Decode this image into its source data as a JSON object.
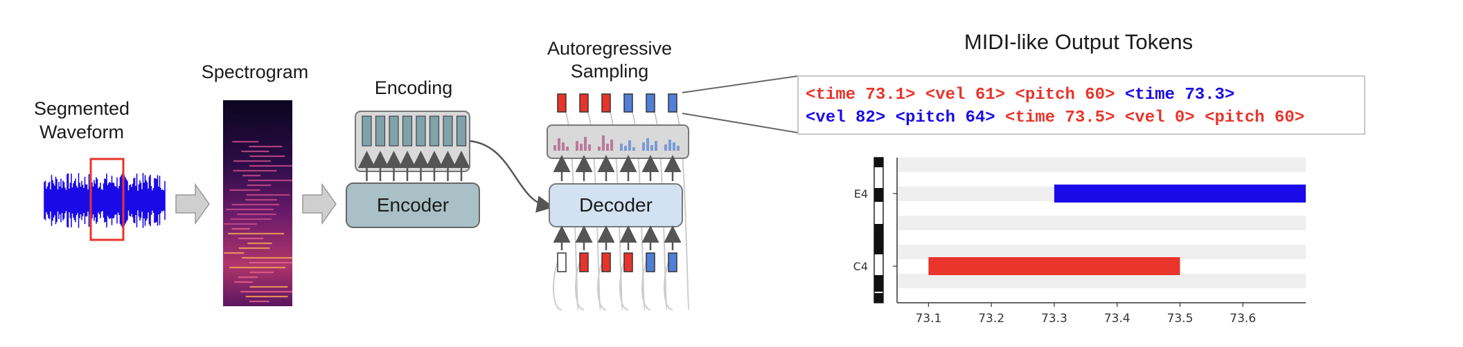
{
  "labels": {
    "waveform": [
      "Segmented",
      "Waveform"
    ],
    "spectrogram": "Spectrogram",
    "encoding": "Encoding",
    "encoder": "Encoder",
    "sampling": [
      "Autoregressive",
      "Sampling"
    ],
    "decoder": "Decoder",
    "output_title": "MIDI-like Output Tokens"
  },
  "colors": {
    "red": "#e8342a",
    "blue": "#1a0ae8",
    "token_blue": "#4f7fd8",
    "encoder_fill": "#a8c0c6",
    "decoder_fill": "#d3e2f2",
    "gray_box": "#cfcfcf"
  },
  "output_tokens": {
    "line1": [
      {
        "text": "<time 73.1>",
        "color": "red"
      },
      {
        "text": "<vel 61>",
        "color": "red"
      },
      {
        "text": "<pitch 60>",
        "color": "red"
      },
      {
        "text": "<time 73.3>",
        "color": "blue"
      }
    ],
    "line2": [
      {
        "text": "<vel 82>",
        "color": "blue"
      },
      {
        "text": "<pitch 64>",
        "color": "blue"
      },
      {
        "text": "<time 73.5>",
        "color": "red"
      },
      {
        "text": "<vel 0>",
        "color": "red"
      },
      {
        "text": "<pitch 60>",
        "color": "red"
      }
    ]
  },
  "decoder_tokens": {
    "top": [
      "red",
      "red",
      "red",
      "blue",
      "blue",
      "blue"
    ],
    "bottom": [
      "empty",
      "red",
      "red",
      "red",
      "blue",
      "blue"
    ]
  },
  "chart_data": {
    "type": "bar",
    "orientation": "horizontal",
    "y_ticks": [
      "E4",
      "C4"
    ],
    "x_ticks": [
      "73.1",
      "73.2",
      "73.3",
      "73.4",
      "73.5",
      "73.6"
    ],
    "xlim": [
      73.05,
      73.7
    ],
    "notes": [
      {
        "pitch": "E4",
        "start": 73.3,
        "end": 73.7,
        "color": "blue"
      },
      {
        "pitch": "C4",
        "start": 73.1,
        "end": 73.5,
        "color": "red"
      }
    ]
  }
}
